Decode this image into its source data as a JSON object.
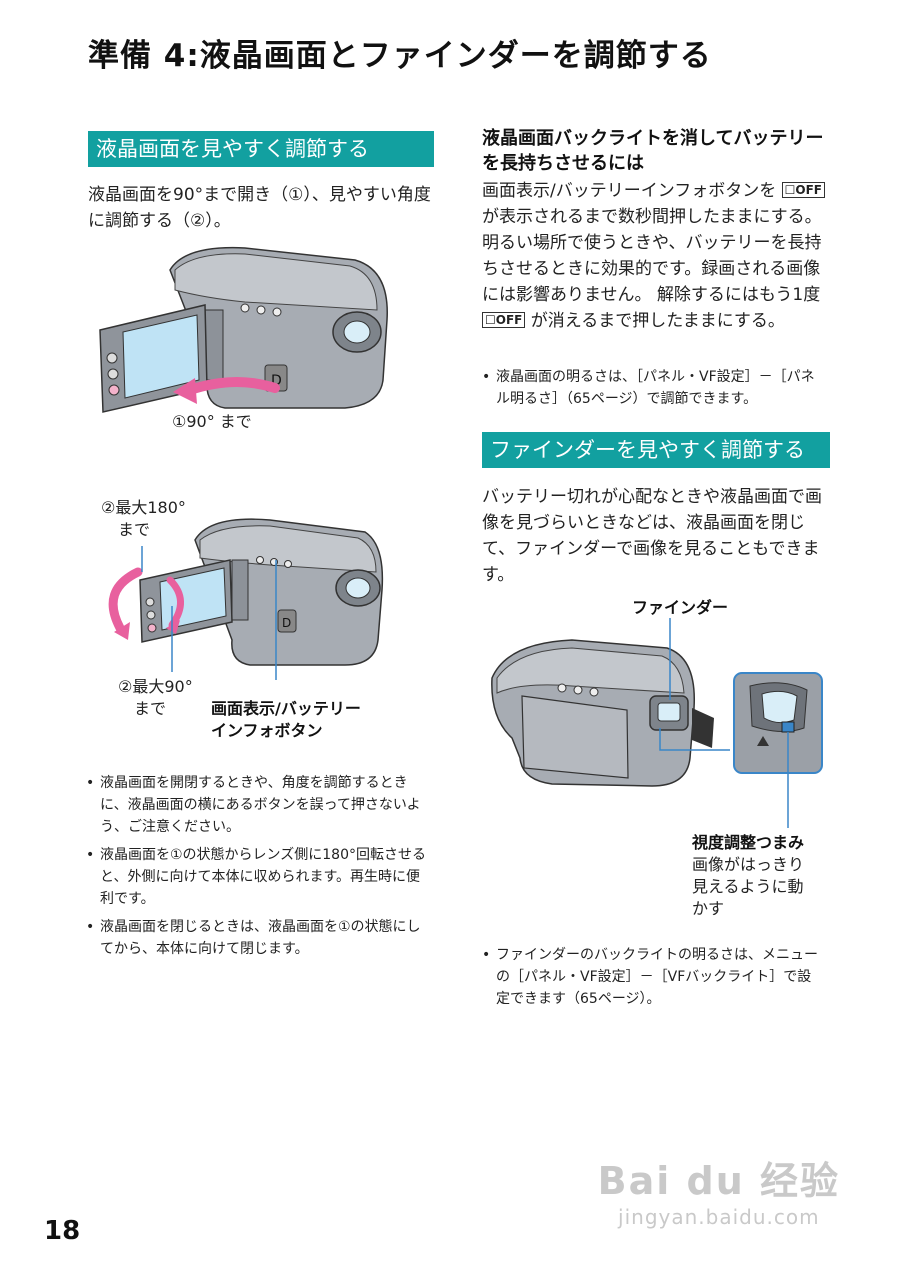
{
  "page_title": "準備 4:液晶画面とファインダーを調節する",
  "left": {
    "section_title": "液晶画面を見やすく調節する",
    "intro": "液晶画面を90°まで開き（①）、見やすい角度に調節する（②）。",
    "fig1_label": "①90° まで",
    "fig2_label_top_1": "②最大180°",
    "fig2_label_top_2": "まで",
    "fig2_label_bottom_1": "②最大90°",
    "fig2_label_bottom_2": "まで",
    "fig2_button_label_1": "画面表示/バッテリー",
    "fig2_button_label_2": "インフォボタン",
    "notes": [
      "液晶画面を開閉するときや、角度を調節するときに、液晶画面の横にあるボタンを誤って押さないよう、ご注意ください。",
      "液晶画面を①の状態からレンズ側に180°回転させると、外側に向けて本体に収められます。再生時に便利です。",
      "液晶画面を閉じるときは、液晶画面を①の状態にしてから、本体に向けて閉じます。"
    ]
  },
  "right": {
    "backlight_heading": "液晶画面バックライトを消してバッテリーを長持ちさせるには",
    "backlight_p1_a": "画面表示/バッテリーインフォボタンを",
    "backlight_icon": "☐OFF",
    "backlight_p1_b": "が表示されるまで数秒間押したままにする。明るい場所で使うときや、バッテリーを長持ちさせるときに効果的です。録画される画像には影響ありません。",
    "backlight_p2_a": "解除するにはもう1度",
    "backlight_p2_b": "が消えるまで押したままにする。",
    "backlight_note": "液晶画面の明るさは、［パネル・VF設定］－［パネル明るさ］（65ページ）で調節できます。",
    "section_title": "ファインダーを見やすく調節する",
    "finder_intro": "バッテリー切れが心配なときや液晶画面で画像を見づらいときなどは、液晶画面を閉じて、ファインダーで画像を見ることもできます。",
    "finder_label": "ファインダー",
    "dial_label": "視度調整つまみ",
    "dial_desc_1": "画像がはっきり",
    "dial_desc_2": "見えるように動",
    "dial_desc_3": "かす",
    "finder_note": "ファインダーのバックライトの明るさは、メニューの［パネル・VF設定］－［VFバックライト］で設定できます（65ページ）。"
  },
  "page_number": "18",
  "watermark": {
    "brand": "Bai du 经验",
    "url": "jingyan.baidu.com"
  },
  "colors": {
    "section_bar": "#12a0a0",
    "arrow_pink": "#e8609e",
    "camera_gray": "#9a9fa6",
    "lcd_blue": "#bfe3f5",
    "callout_blue": "#3a86c8"
  }
}
